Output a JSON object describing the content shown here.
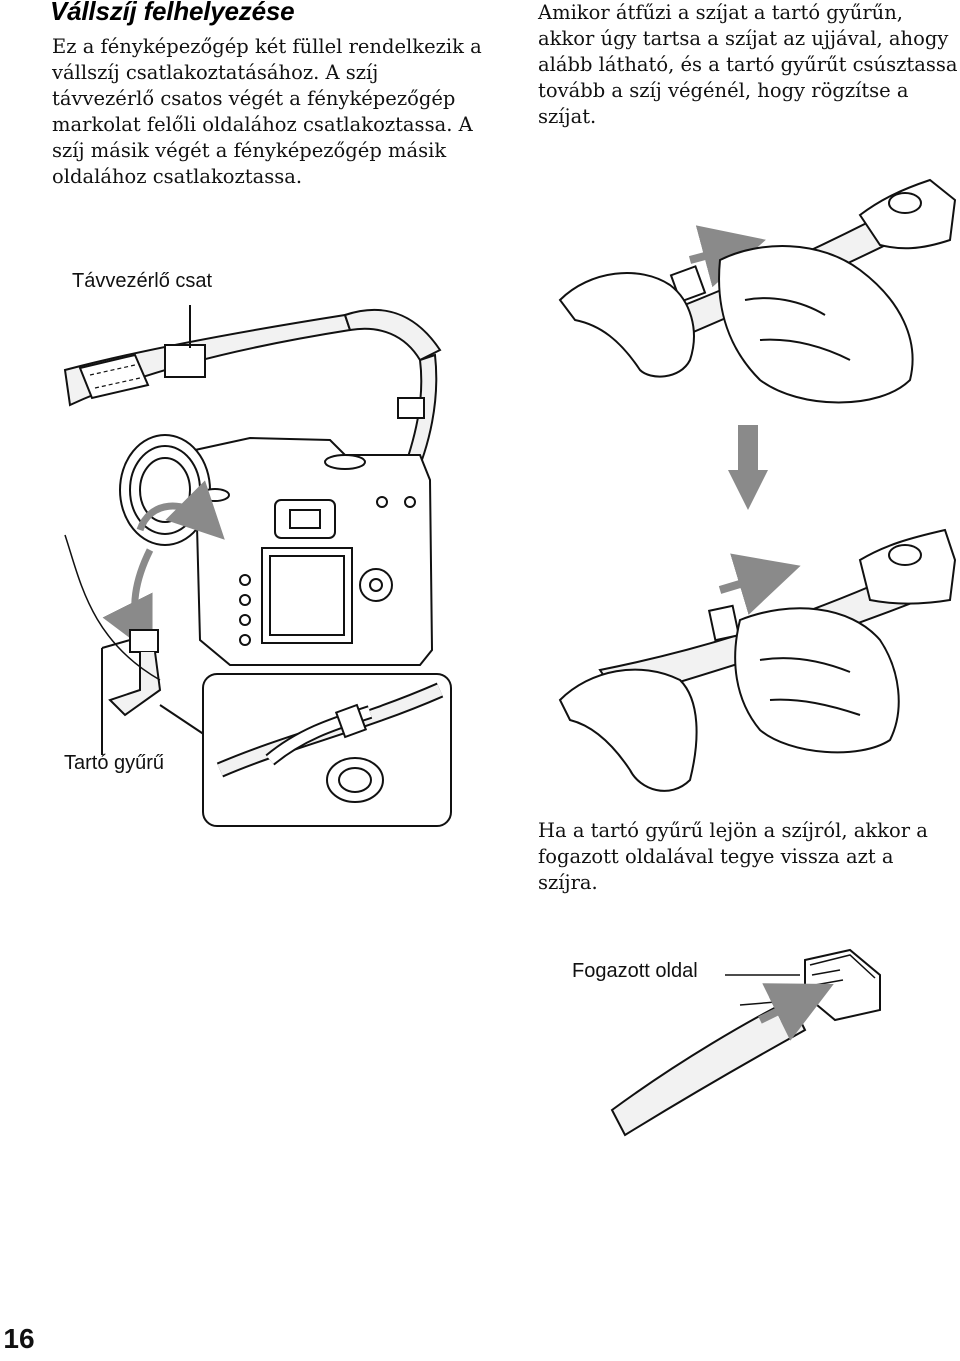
{
  "section": {
    "title": "Vállszíj felhelyezése"
  },
  "intro": {
    "text": "Ez a fényképezőgép két füllel rendelkezik a vállszíj csatlakoztatásához. A szíj távvezérlő csatos végét a fényképezőgép markolat felőli oldalához csatlakoztassa. A szíj másik végét a fényképezőgép másik oldalához csatlakoztassa."
  },
  "instructions": {
    "thread_strap": "Amikor átfűzi a szíjat a tartó gyűrűn, akkor úgy tartsa a szíjat az ujjával, ahogy alább látható, és a tartó gyűrűt csúsztassa tovább a szíj végénél, hogy rögzítse a szíjat.",
    "reattach_ring": "Ha a tartó gyűrű lejön a szíjról, akkor a fogazott oldalával tegye vissza azt a szíjra."
  },
  "callouts": {
    "remote_buckle": "Távvezérlő csat",
    "holder_ring": "Tartó gyűrű",
    "toothed_side": "Fogazott oldal"
  },
  "page": {
    "number": "16"
  },
  "colors": {
    "ink": "#111111",
    "arrow_gray": "#8a8a8a",
    "strap_fill": "#f2f2f2"
  }
}
